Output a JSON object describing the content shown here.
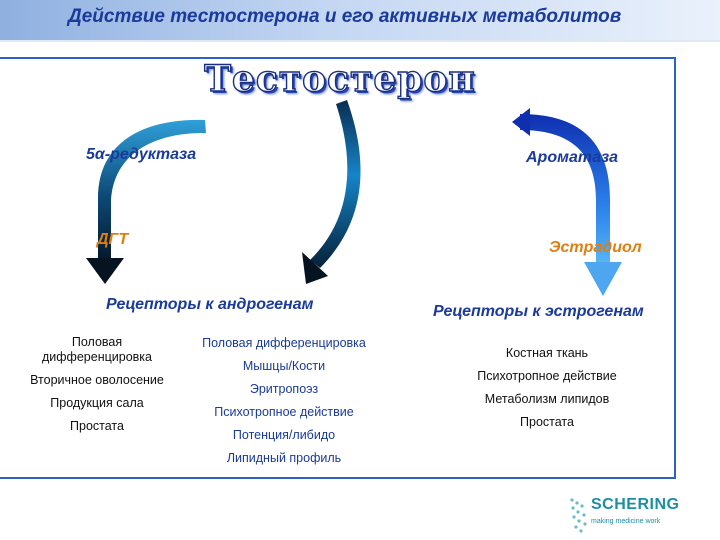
{
  "slide_title": "Действие тестостерона и его активных метаболитов",
  "main_title": "Тестостерон",
  "enzymes": {
    "reductase": "5α-редуктаза",
    "aromatase": "Ароматаза"
  },
  "metabolites": {
    "dht": "ДГТ",
    "estradiol": "Эстрадиол"
  },
  "receptors": {
    "androgen": "Рецепторы к андрогенам",
    "estrogen": "Рецепторы к эстрогенам"
  },
  "effects_dht": [
    "Половая дифференцировка",
    "Вторичное оволосение",
    "Продукция сала",
    "Простата"
  ],
  "effects_testosterone": [
    "Половая дифференцировка",
    "Мышцы/Кости",
    "Эритропоэз",
    "Психотропное действие",
    "Потенция/либидо",
    "Липидный профиль"
  ],
  "effects_estradiol": [
    "Костная ткань",
    "Психотропное действие",
    "Метаболизм липидов",
    "Простата"
  ],
  "logo": {
    "name": "SCHERING",
    "tagline": "making medicine work"
  },
  "colors": {
    "title_blue": "#1a3a9c",
    "accent_orange": "#e07f10",
    "frame_blue": "#2b62c4",
    "logo_teal": "#1e8ea4"
  }
}
